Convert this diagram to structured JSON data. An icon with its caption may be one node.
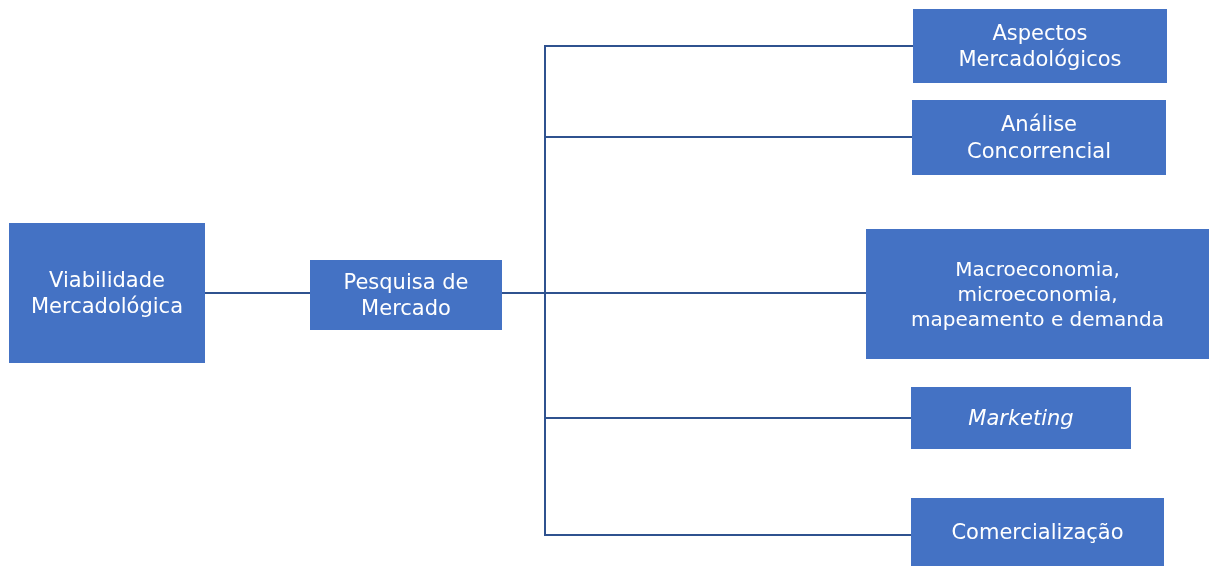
{
  "diagram": {
    "nodes": [
      {
        "text": [
          "Viabilidade Mercadológica"
        ]
      },
      {
        "text": [
          "Pesquisa de Mercado"
        ]
      },
      {
        "text": [
          "Aspectos Mercadológicos"
        ]
      },
      {
        "text": [
          "Análise Concorrencial"
        ]
      },
      {
        "text": [
          "Macroeconomia, microeconomia, mapeamento e demanda"
        ]
      },
      {
        "text": [
          "Marketing"
        ]
      },
      {
        "text": [
          "Comercialização"
        ]
      }
    ],
    "edges": [
      {
        "from": 0,
        "to": 1,
        "arrow": "none"
      },
      {
        "from": 1,
        "to": 2,
        "arrow": "none"
      },
      {
        "from": 1,
        "to": 3,
        "arrow": "none"
      },
      {
        "from": 1,
        "to": 4,
        "arrow": "none"
      },
      {
        "from": 1,
        "to": 5,
        "arrow": "none"
      },
      {
        "from": 1,
        "to": 6,
        "arrow": "none"
      }
    ]
  }
}
